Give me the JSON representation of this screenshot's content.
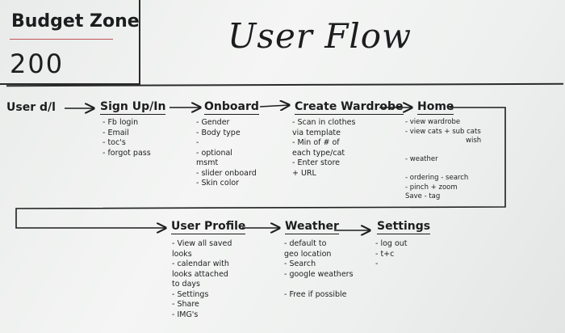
{
  "header": {
    "brand": "Budget Zone",
    "score": "200",
    "title": "User Flow"
  },
  "row1": {
    "start": "User d/l",
    "steps": [
      {
        "label": "Sign Up/In",
        "items": [
          "- Fb login",
          "- Email",
          "- toc's",
          "- forgot pass"
        ]
      },
      {
        "label": "Onboard",
        "items": [
          "- Gender",
          "- Body type",
          "-",
          "- optional",
          "  msmt",
          "- slider onboard",
          "- Skin color"
        ]
      },
      {
        "label": "Create Wardrobe",
        "items": [
          "- Scan in clothes",
          "  via template",
          "- Min of # of",
          "  each type/cat",
          "- Enter store",
          "  + URL"
        ]
      },
      {
        "label": "Home",
        "items": [
          "- view wardrobe",
          "- view cats + sub cats",
          "  wish",
          "",
          "- weather",
          "",
          "- ordering   - search",
          "- pinch + zoom",
          "  Save   - tag"
        ]
      }
    ]
  },
  "row2": {
    "steps": [
      {
        "label": "User Profile",
        "items": [
          "- View all saved",
          "  looks",
          "- calendar with",
          "  looks attached",
          "  to days",
          "- Settings",
          "- Share",
          "- IMG's"
        ]
      },
      {
        "label": "Weather",
        "items": [
          "- default to",
          "  geo location",
          "- Search",
          "- google weathers",
          "",
          "- Free if possible"
        ]
      },
      {
        "label": "Settings",
        "items": [
          "- log out",
          "- t+c",
          "-"
        ]
      }
    ]
  }
}
